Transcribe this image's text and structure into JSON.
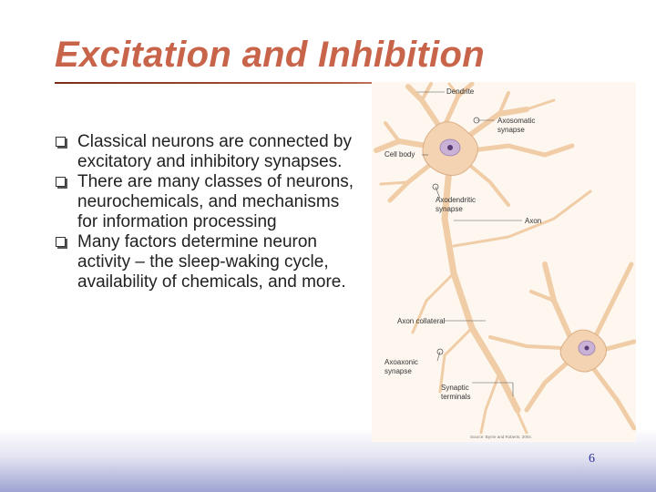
{
  "slide": {
    "title": "Excitation and Inhibition",
    "bullets": [
      "Classical neurons are connected by excitatory and inhibitory synapses.",
      "There are many classes of neurons, neurochemicals, and mechanisms for information processing",
      "Many factors determine neuron activity – the sleep-waking cycle, availability of chemicals, and more."
    ],
    "page_number": "6"
  },
  "figure": {
    "labels": {
      "dendrite": "Dendrite",
      "axosomatic_1": "Axosomatic",
      "axosomatic_2": "synapse",
      "cell_body": "Cell body",
      "axodendritic_1": "Axodendritic",
      "axodendritic_2": "synapse",
      "axon": "Axon",
      "axon_collateral": "Axon collateral",
      "axoaxonic_1": "Axoaxonic",
      "axoaxonic_2": "synapse",
      "synaptic_1": "Synaptic",
      "synaptic_2": "terminals"
    },
    "source": "Source: Byrne and Roberts, 2004."
  },
  "colors": {
    "title": "#c8644a",
    "neuron": "#f3d3b1",
    "neuron_outline": "#dcae86",
    "nucleus": "#c9b2d6",
    "page_number": "#2c2f9a"
  }
}
